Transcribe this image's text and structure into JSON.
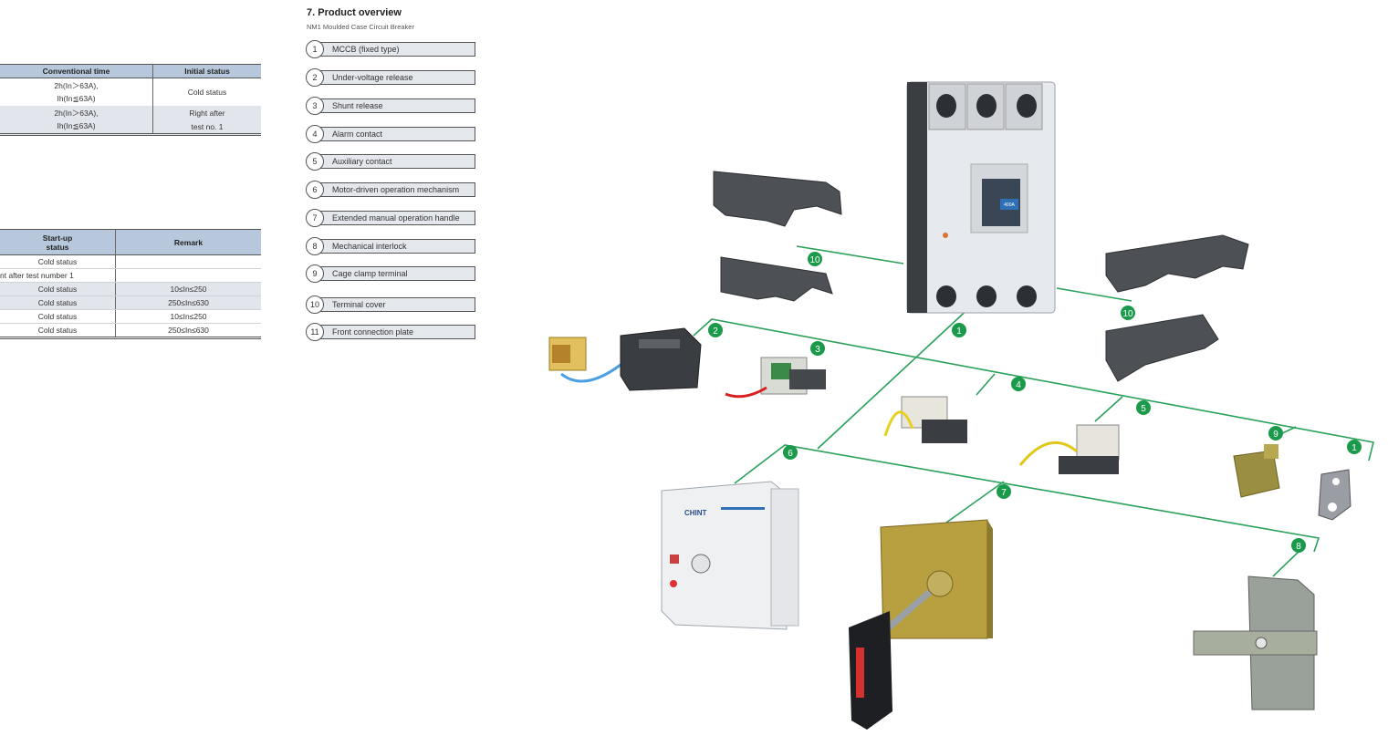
{
  "table1": {
    "headers": [
      "Conventional time",
      "Initial status"
    ],
    "rows": [
      {
        "time_lines": [
          "2h(In＞63A),",
          "Ih(In≦63A)"
        ],
        "status": "Cold status"
      },
      {
        "time_lines": [
          "2h(In＞63A),",
          "Ih(In≦63A)"
        ],
        "status_lines": [
          "Right after",
          "test no. 1"
        ]
      }
    ]
  },
  "table2": {
    "headers": [
      "Start-up\nstatus",
      "Remark"
    ],
    "rows": [
      [
        "Cold status",
        ""
      ],
      [
        "nt after test number 1",
        ""
      ],
      [
        "Cold status",
        "10≤In≤250"
      ],
      [
        "Cold status",
        "250≤In≤630"
      ],
      [
        "Cold status",
        "10≤In≤250"
      ],
      [
        "Cold status",
        "250≤In≤630"
      ]
    ]
  },
  "overview": {
    "title": "7. Product overview",
    "subtitle": "NM1 Moulded Case Circuit Breaker",
    "items": [
      {
        "num": "1",
        "label": "MCCB  (fixed  type)"
      },
      {
        "num": "2",
        "label": "Under-voltage  release"
      },
      {
        "num": "3",
        "label": "Shunt  release"
      },
      {
        "num": "4",
        "label": "Alarm  contact"
      },
      {
        "num": "5",
        "label": "Auxiliary  contact"
      },
      {
        "num": "6",
        "label": "Motor-driven  operation  mechanism"
      },
      {
        "num": "7",
        "label": "Extended  manual  operation  handle"
      },
      {
        "num": "8",
        "label": "Mechanical  interlock"
      },
      {
        "num": "9",
        "label": "Cage  clamp  terminal"
      },
      {
        "num": "10",
        "label": "Terminal  cover"
      },
      {
        "num": "11",
        "label": "Front  connection  plate"
      }
    ]
  },
  "diagram": {
    "line_color": "#2aa05a",
    "marker_color": "#1a9a4a",
    "brand": "CHINT",
    "rating": "400A",
    "markers": [
      "10",
      "10",
      "1",
      "2",
      "3",
      "4",
      "5",
      "9",
      "1",
      "6",
      "7",
      "8"
    ]
  }
}
